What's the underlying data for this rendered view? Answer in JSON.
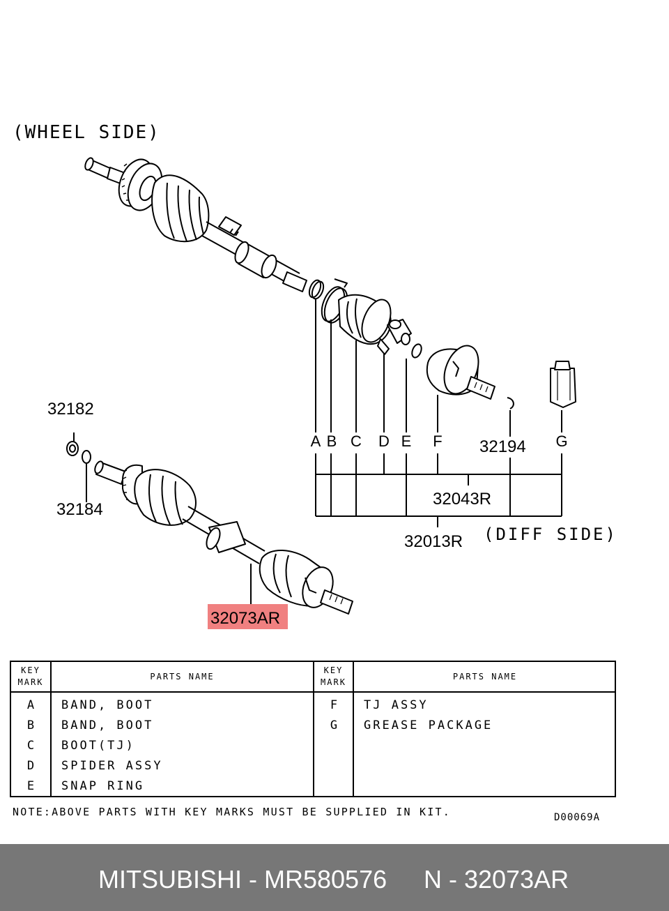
{
  "diagram": {
    "wheel_side_label": "(WHEEL SIDE)",
    "diff_side_label": "(DIFF SIDE)",
    "key_marks": [
      "A",
      "B",
      "C",
      "D",
      "E",
      "F",
      "G"
    ],
    "callouts": {
      "nut": "32182",
      "washer": "32184",
      "circlip": "32194",
      "sub_assy": "32043R",
      "kit": "32013R",
      "highlighted_part": "32073AR"
    },
    "highlight_color": "#f08080"
  },
  "table": {
    "left_header_key": [
      "KEY",
      "MARK"
    ],
    "left_header_name": "PARTS NAME",
    "right_header_key": [
      "KEY",
      "MARK"
    ],
    "right_header_name": "PARTS NAME",
    "left_rows": [
      {
        "mark": "A",
        "name": "BAND, BOOT"
      },
      {
        "mark": "B",
        "name": "BAND, BOOT"
      },
      {
        "mark": "C",
        "name": "BOOT(TJ)"
      },
      {
        "mark": "D",
        "name": "SPIDER ASSY"
      },
      {
        "mark": "E",
        "name": "SNAP RING"
      }
    ],
    "right_rows": [
      {
        "mark": "F",
        "name": "TJ ASSY"
      },
      {
        "mark": "G",
        "name": "GREASE PACKAGE"
      }
    ]
  },
  "note": "NOTE:ABOVE PARTS WITH KEY MARKS MUST BE SUPPLIED IN KIT.",
  "drawing_code": "D00069A",
  "footer": {
    "brand_part": "MITSUBISHI - MR580576",
    "ref": "N - 32073AR",
    "background_color": "#777777"
  }
}
